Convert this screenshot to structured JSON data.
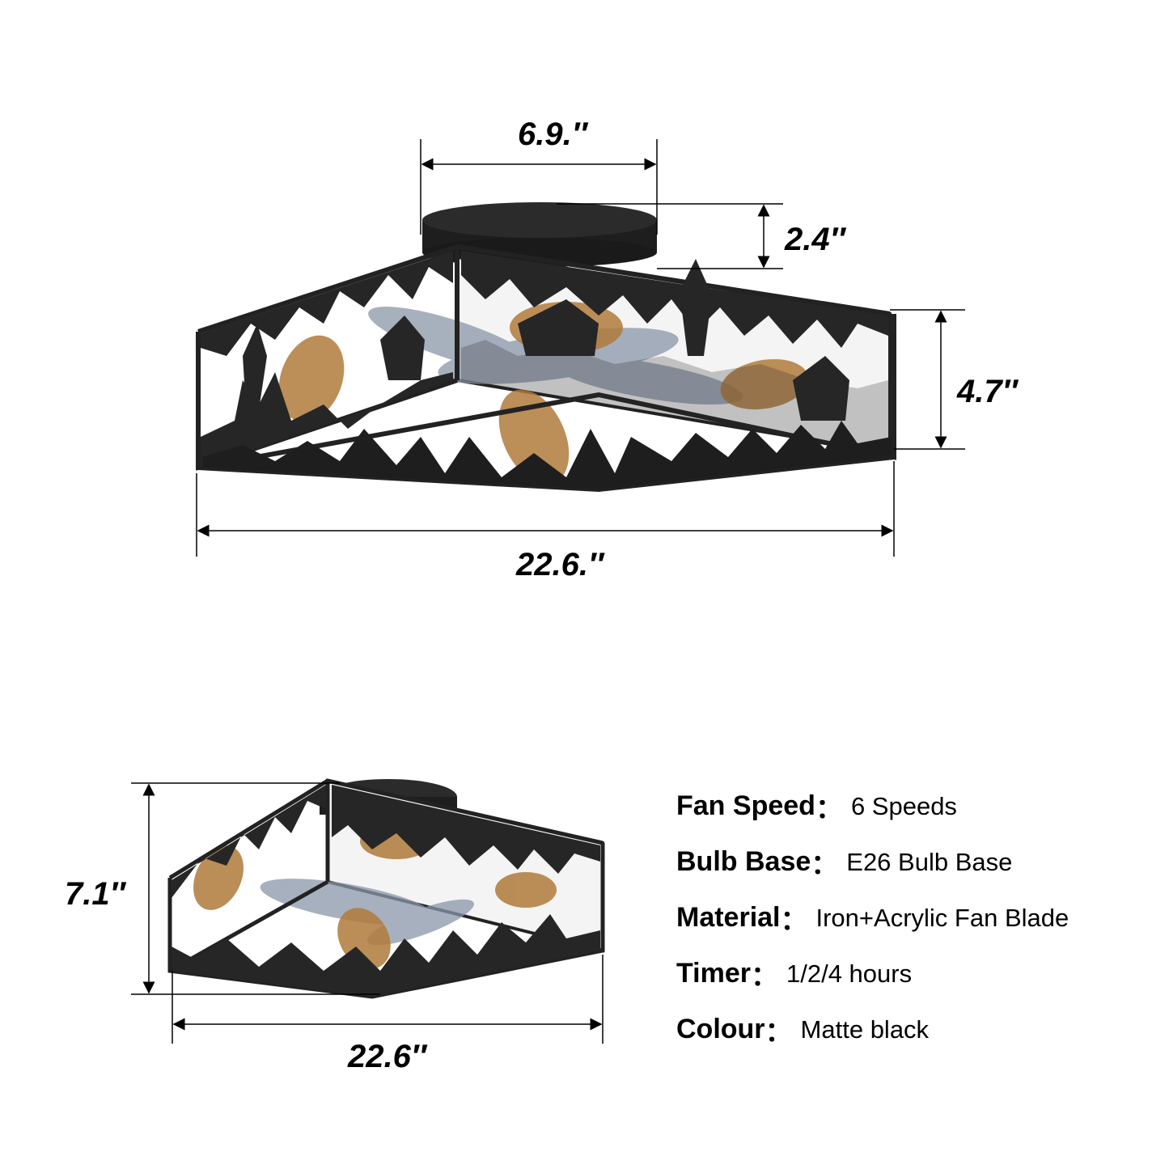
{
  "product_views": [
    {
      "view": "front",
      "dimensions": {
        "base_width": "6.9.″",
        "base_height": "2.4″",
        "cage_height": "4.7″",
        "overall_width": "22.6.″"
      }
    },
    {
      "view": "angled",
      "dimensions": {
        "overall_height": "7.1″",
        "overall_width": "22.6″"
      }
    }
  ],
  "specs": [
    {
      "label": "Fan Speed",
      "separator": "：",
      "value": "6 Speeds"
    },
    {
      "label": "Bulb Base",
      "separator": "：",
      "value": "E26 Bulb Base"
    },
    {
      "label": "Material",
      "separator": "：",
      "value": "Iron+Acrylic Fan Blade"
    },
    {
      "label": "Timer",
      "separator": "：",
      "value": "1/2/4 hours"
    },
    {
      "label": "Colour",
      "separator": "：",
      "value": "Matte black"
    }
  ],
  "colors": {
    "iron": "#2a2a2a",
    "bulb": "#b07a3a",
    "blade": "#8a96a8"
  }
}
